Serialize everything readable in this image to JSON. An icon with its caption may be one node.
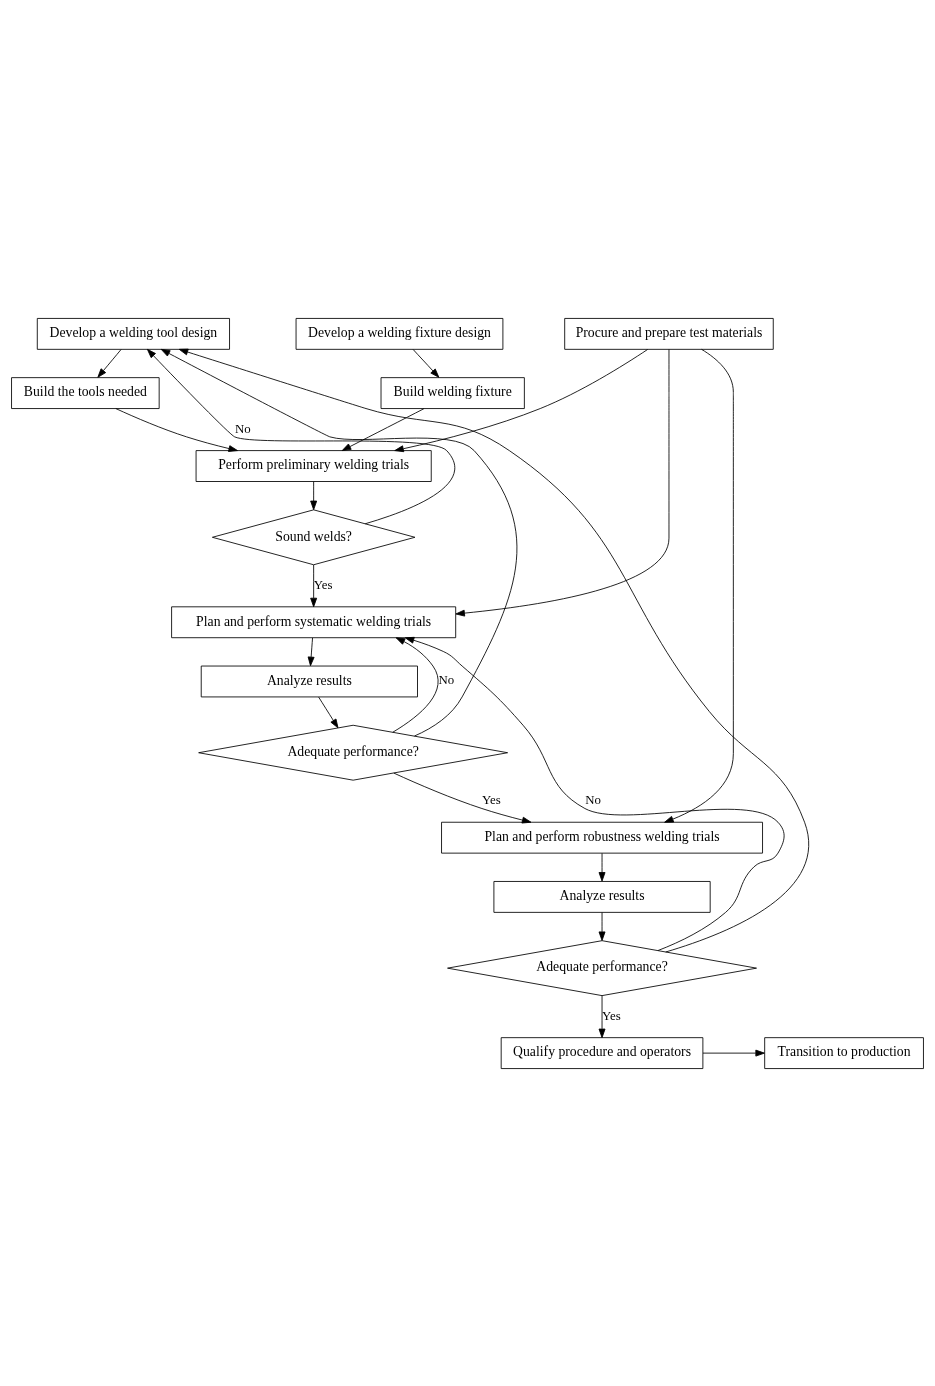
{
  "diagram": {
    "nodes": [
      {
        "text": [
          "Develop a welding tool design"
        ]
      },
      {
        "text": [
          "Develop a welding fixture design"
        ]
      },
      {
        "text": [
          "Procure and prepare test materials"
        ]
      },
      {
        "text": [
          "Build the tools needed"
        ]
      },
      {
        "text": [
          "Build welding fixture"
        ]
      },
      {
        "text": [
          "Perform preliminary welding trials"
        ]
      },
      {
        "text": [
          "Sound welds?"
        ]
      },
      {
        "text": [
          "Plan and perform systematic welding trials"
        ]
      },
      {
        "text": [
          "Analyze results"
        ]
      },
      {
        "text": [
          "Adequate performance?"
        ]
      },
      {
        "text": [
          "Plan and perform robustness welding trials"
        ]
      },
      {
        "text": [
          "Analyze results"
        ]
      },
      {
        "text": [
          "Adequate performance?"
        ]
      },
      {
        "text": [
          "Qualify procedure and operators"
        ]
      },
      {
        "text": [
          "Transition to production"
        ]
      }
    ],
    "edges": [
      {
        "from": 0,
        "to": 3,
        "arrow": "to"
      },
      {
        "from": 1,
        "to": 4,
        "arrow": "to"
      },
      {
        "from": 3,
        "to": 5,
        "arrow": "to"
      },
      {
        "from": 4,
        "to": 5,
        "arrow": "to"
      },
      {
        "from": 2,
        "to": 5,
        "arrow": "to"
      },
      {
        "from": 2,
        "to": 7,
        "arrow": "to"
      },
      {
        "from": 2,
        "to": 10,
        "arrow": "to"
      },
      {
        "from": 5,
        "to": 6,
        "arrow": "to"
      },
      {
        "from": 6,
        "to": 0,
        "label": "No",
        "arrow": "to"
      },
      {
        "from": 6,
        "to": 7,
        "label": "Yes",
        "arrow": "to"
      },
      {
        "from": 7,
        "to": 8,
        "arrow": "to"
      },
      {
        "from": 8,
        "to": 9,
        "arrow": "to"
      },
      {
        "from": 9,
        "to": 7,
        "label": "No",
        "arrow": "to"
      },
      {
        "from": 9,
        "to": 0,
        "arrow": "to"
      },
      {
        "from": 9,
        "to": 10,
        "label": "Yes",
        "arrow": "to"
      },
      {
        "from": 10,
        "to": 11,
        "arrow": "to"
      },
      {
        "from": 11,
        "to": 12,
        "arrow": "to"
      },
      {
        "from": 12,
        "to": 7,
        "label": "No",
        "arrow": "to"
      },
      {
        "from": 12,
        "to": 0,
        "arrow": "to"
      },
      {
        "from": 12,
        "to": 13,
        "label": "Yes",
        "arrow": "to"
      },
      {
        "from": 13,
        "to": 14,
        "arrow": "to"
      }
    ]
  }
}
